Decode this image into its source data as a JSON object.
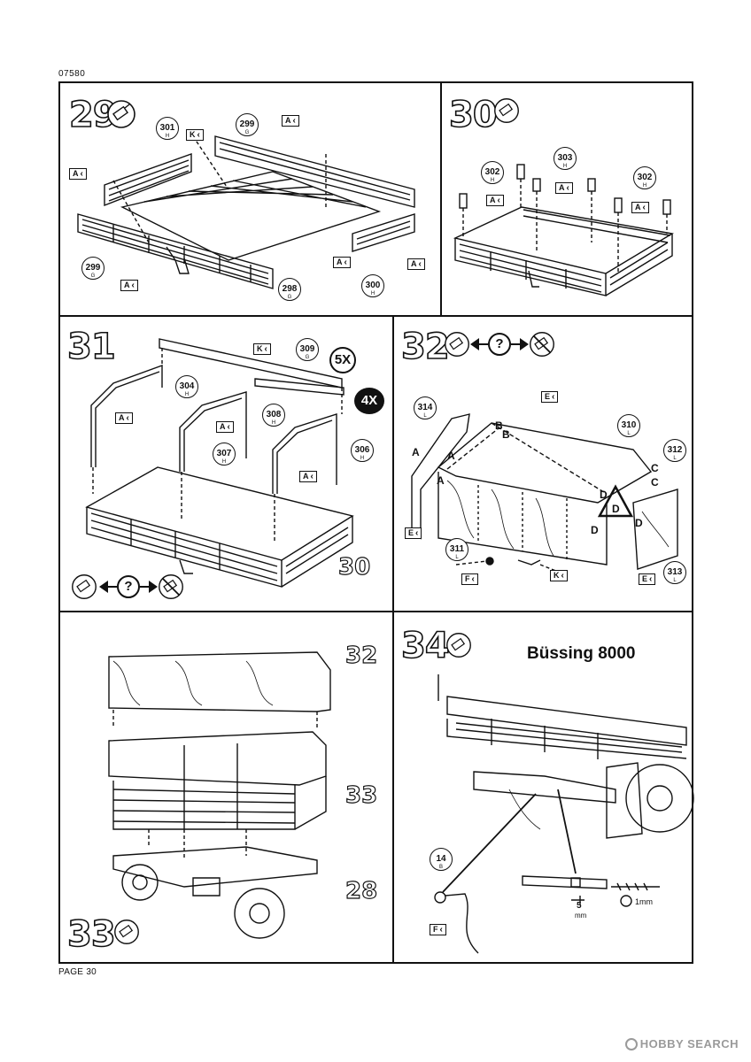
{
  "document": {
    "code": "07580",
    "page_label": "PAGE 30",
    "watermark": "HOBBY SEARCH"
  },
  "steps": {
    "s29": {
      "number": "29",
      "icon": "glue-tube-icon",
      "parts": [
        {
          "num": "301",
          "sub": "H"
        },
        {
          "num": "299",
          "sub": "G"
        },
        {
          "num": "299",
          "sub": "G"
        },
        {
          "num": "298",
          "sub": "G"
        },
        {
          "num": "300",
          "sub": "H"
        }
      ],
      "flags": [
        "K",
        "A",
        "A",
        "A",
        "A",
        "A"
      ]
    },
    "s30": {
      "number": "30",
      "icon": "glue-tube-icon",
      "parts": [
        {
          "num": "302",
          "sub": "H"
        },
        {
          "num": "303",
          "sub": "H"
        },
        {
          "num": "302",
          "sub": "H"
        }
      ],
      "flags": [
        "A",
        "A",
        "A"
      ]
    },
    "s31": {
      "number": "31",
      "icons": [
        "glue-tube-icon",
        "question-icon",
        "no-glue-icon"
      ],
      "parts": [
        {
          "num": "304",
          "sub": "H"
        },
        {
          "num": "309",
          "sub": "G"
        },
        {
          "num": "308",
          "sub": "H"
        },
        {
          "num": "307",
          "sub": "H"
        },
        {
          "num": "306",
          "sub": "H"
        }
      ],
      "flags": [
        "K",
        "A",
        "A",
        "A"
      ],
      "qty_5x": "5X",
      "qty_4x": "4X",
      "ref": "30"
    },
    "s32": {
      "number": "32",
      "icons": [
        "glue-tube-icon",
        "question-icon",
        "no-glue-icon"
      ],
      "parts": [
        {
          "num": "314",
          "sub": "L"
        },
        {
          "num": "310",
          "sub": "L"
        },
        {
          "num": "312",
          "sub": "L"
        },
        {
          "num": "311",
          "sub": "L"
        },
        {
          "num": "313",
          "sub": "L"
        }
      ],
      "flags": [
        "E",
        "E",
        "F",
        "K",
        "E"
      ],
      "letters": [
        "A",
        "A",
        "A",
        "B",
        "B",
        "C",
        "C",
        "D",
        "D",
        "D",
        "D"
      ]
    },
    "s33": {
      "number": "33",
      "icon": "glue-tube-icon",
      "refs": [
        "32",
        "33",
        "28"
      ]
    },
    "s34": {
      "number": "34",
      "icon": "glue-tube-icon",
      "title": "Büssing 8000",
      "parts": [
        {
          "num": "14",
          "sub": "B"
        }
      ],
      "flags": [
        "F"
      ],
      "dim": "5",
      "dim_unit": "mm",
      "wire": "1mm"
    }
  }
}
